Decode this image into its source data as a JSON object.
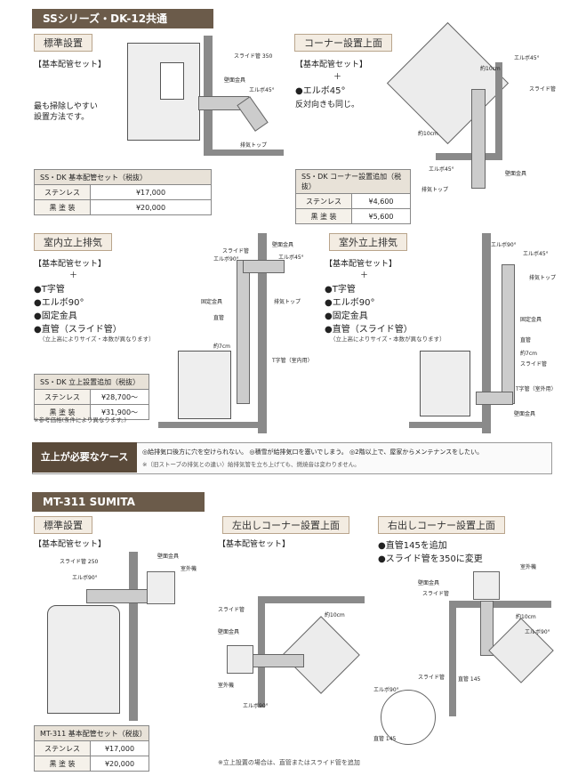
{
  "series1": {
    "header": "SSシリーズ・DK-12共通",
    "std": {
      "title": "標準設置",
      "set": "【基本配管セット】",
      "desc1": "最も掃除しやすい",
      "desc2": "設置方法です。",
      "labels": [
        "スライド管 350",
        "壁面金具",
        "エルボ45°",
        "排気トップ"
      ],
      "table_head": "SS・DK 基本配管セット（税抜）",
      "rows": [
        {
          "label": "ステンレス",
          "value": "¥17,000"
        },
        {
          "label": "黒 塗 装",
          "value": "¥20,000"
        }
      ]
    },
    "corner": {
      "title": "コーナー設置上面",
      "set": "【基本配管セット】",
      "plus": "＋",
      "item": "●エルボ45°",
      "note": "反対向きも同じ。",
      "labels": [
        "エルボ45°",
        "約10cm",
        "スライド管",
        "約10cm",
        "エルボ45°",
        "壁面金具",
        "排気トップ"
      ],
      "table_head": "SS・DK コーナー設置追加（税抜）",
      "rows": [
        {
          "label": "ステンレス",
          "value": "¥4,600"
        },
        {
          "label": "黒 塗 装",
          "value": "¥5,600"
        }
      ]
    },
    "indoor": {
      "title": "室内立上排気",
      "set": "【基本配管セット】",
      "plus": "＋",
      "items": [
        "●T字管",
        "●エルボ90°",
        "●固定金具",
        "●直管（スライド管）"
      ],
      "note": "（立上高によりサイズ・本数が異なります）",
      "labels": [
        "スライド管",
        "エルボ90°",
        "壁面金具",
        "エルボ45°",
        "固定金具",
        "直管",
        "排気トップ",
        "約7cm",
        "T字管（室内用）"
      ],
      "table_head": "SS・DK 立上設置追加（税抜）",
      "rows": [
        {
          "label": "ステンレス",
          "value": "¥28,700～"
        },
        {
          "label": "黒 塗 装",
          "value": "¥31,900～"
        }
      ],
      "ref": "※参考価格(条件により異なります。)"
    },
    "outdoor": {
      "title": "室外立上排気",
      "set": "【基本配管セット】",
      "plus": "＋",
      "items": [
        "●T字管",
        "●エルボ90°",
        "●固定金具",
        "●直管（スライド管）"
      ],
      "note": "（立上高によりサイズ・本数が異なります）",
      "labels": [
        "エルボ90°",
        "エルボ45°",
        "排気トップ",
        "固定金具",
        "直管",
        "約7cm",
        "スライド管",
        "T字管（室外用）",
        "壁面金具"
      ]
    }
  },
  "cases": {
    "label": "立上が必要なケース",
    "line1": "◎給排気口後方に穴を空けられない。 ◎積雪が給排気口を塞いでしまう。 ◎2階以上で、屋家からメンテナンスをしたい。",
    "line2": "※（旧ストーブの排気との違い）給排気管を立ち上げても、燃焼音は変わりません。"
  },
  "series2": {
    "header": "MT-311 SUMITA",
    "std": {
      "title": "標準設置",
      "set": "【基本配管セット】",
      "labels": [
        "スライド管 250",
        "エルボ90°",
        "壁面金具",
        "室外機"
      ],
      "table_head": "MT-311 基本配管セット（税抜）",
      "rows": [
        {
          "label": "ステンレス",
          "value": "¥17,000"
        },
        {
          "label": "黒 塗 装",
          "value": "¥20,000"
        }
      ]
    },
    "left": {
      "title": "左出しコーナー設置上面",
      "set": "【基本配管セット】",
      "labels": [
        "約10cm",
        "スライド管",
        "壁面金具",
        "室外機",
        "エルボ90°"
      ],
      "footnote": "※立上設置の場合は、直管またはスライド管を追加"
    },
    "right": {
      "title": "右出しコーナー設置上面",
      "items": [
        "●直管145を追加",
        "●スライド管を350に変更"
      ],
      "labels": [
        "室外機",
        "壁面金具",
        "スライド管",
        "約10cm",
        "エルボ90°",
        "直管 145",
        "スライド管",
        "エルボ90°",
        "直管 145"
      ]
    }
  }
}
